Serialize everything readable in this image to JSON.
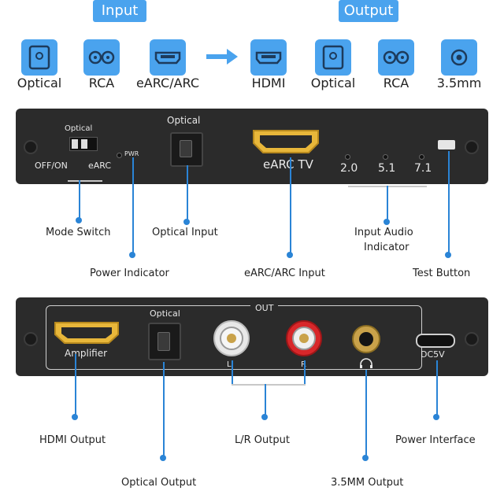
{
  "legend": {
    "input_title": "Input",
    "output_title": "Output",
    "input_items": [
      {
        "label": "Optical",
        "icon": "optical-port-icon"
      },
      {
        "label": "RCA",
        "icon": "rca-port-icon"
      },
      {
        "label": "eARC/ARC",
        "icon": "hdmi-port-icon"
      }
    ],
    "output_items": [
      {
        "label": "HDMI",
        "icon": "hdmi-port-icon"
      },
      {
        "label": "Optical",
        "icon": "optical-port-icon"
      },
      {
        "label": "RCA",
        "icon": "rca-port-icon"
      },
      {
        "label": "3.5mm",
        "icon": "audio-jack-icon"
      }
    ]
  },
  "front_panel": {
    "switch_top_label": "Optical",
    "switch_left_label": "OFF/ON",
    "switch_right_label": "eARC",
    "pwr_label": "PWR",
    "optical_label": "Optical",
    "earc_label": "eARC TV",
    "indicators": [
      "2.0",
      "5.1",
      "7.1"
    ]
  },
  "front_callouts": {
    "mode_switch": "Mode Switch",
    "optical_input": "Optical Input",
    "input_audio_indicator_line1": "Input Audio",
    "input_audio_indicator_line2": "Indicator",
    "power_indicator": "Power Indicator",
    "earc_input": "eARC/ARC Input",
    "test_button": "Test Button"
  },
  "rear_panel": {
    "out_label": "OUT",
    "amplifier_label": "Amplifier",
    "optical_label": "Optical",
    "l_label": "L",
    "r_label": "R",
    "dc_label": "DC5V"
  },
  "rear_callouts": {
    "hdmi_output": "HDMI Output",
    "lr_output": "L/R Output",
    "power_interface": "Power Interface",
    "optical_output": "Optical Output",
    "jack_output": "3.5MM Output"
  },
  "colors": {
    "accent": "#4aa3ee",
    "device": "#2b2b2b",
    "callout_line": "#2a84d6",
    "hdmi_gold": "#e8b73a",
    "rca_red": "#d8272a"
  }
}
